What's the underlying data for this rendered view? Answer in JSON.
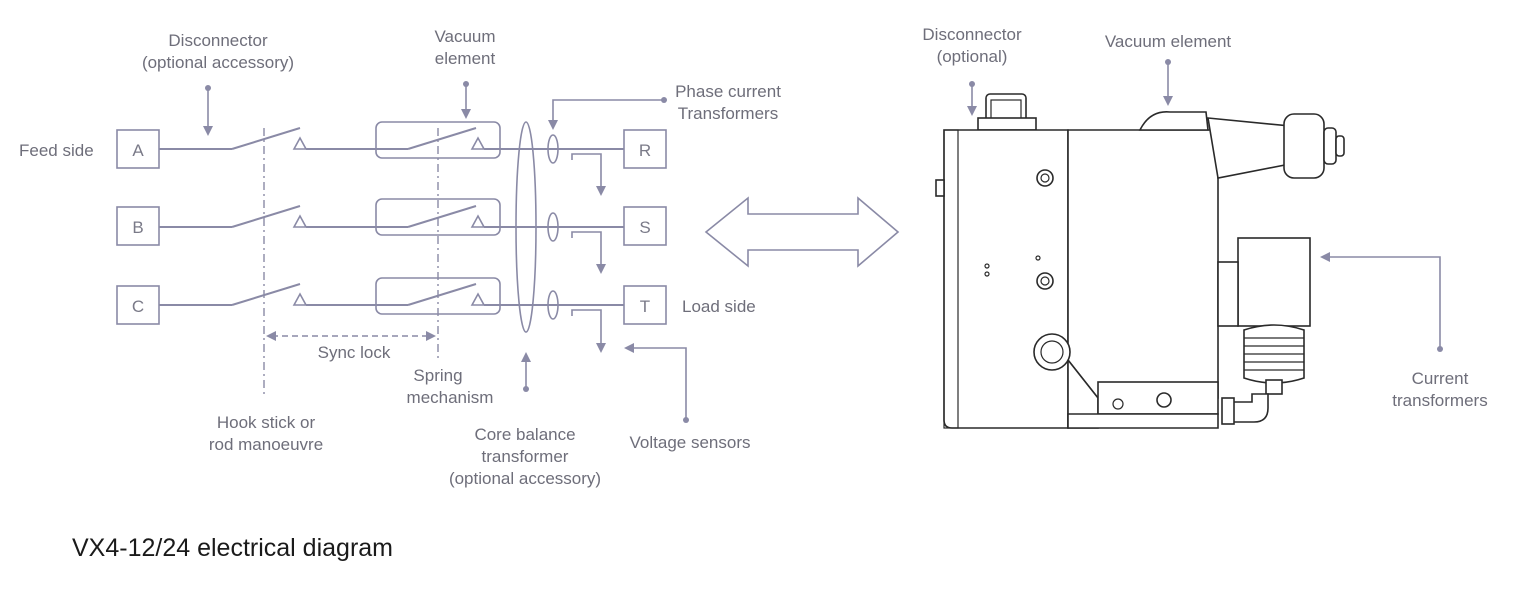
{
  "caption": "VX4-12/24 electrical diagram",
  "labels": {
    "feed_side": "Feed side",
    "load_side": "Load side",
    "disconnector_l1": "Disconnector",
    "disconnector_l2": "(optional accessory)",
    "vacuum_l1": "Vacuum",
    "vacuum_l2": "element",
    "phase_ct_l1": "Phase current",
    "phase_ct_l2": "Transformers",
    "sync_lock": "Sync lock",
    "spring_l1": "Spring",
    "spring_l2": "mechanism",
    "hook_l1": "Hook stick or",
    "hook_l2": "rod manoeuvre",
    "core_l1": "Core balance",
    "core_l2": "transformer",
    "core_l3": "(optional accessory)",
    "voltage_sensors": "Voltage sensors",
    "r_disc_l1": "Disconnector",
    "r_disc_l2": "(optional)",
    "r_vacuum": "Vacuum element",
    "r_ct_l1": "Current",
    "r_ct_l2": "transformers"
  },
  "phases_in": [
    "A",
    "B",
    "C"
  ],
  "phases_out": [
    "R",
    "S",
    "T"
  ]
}
